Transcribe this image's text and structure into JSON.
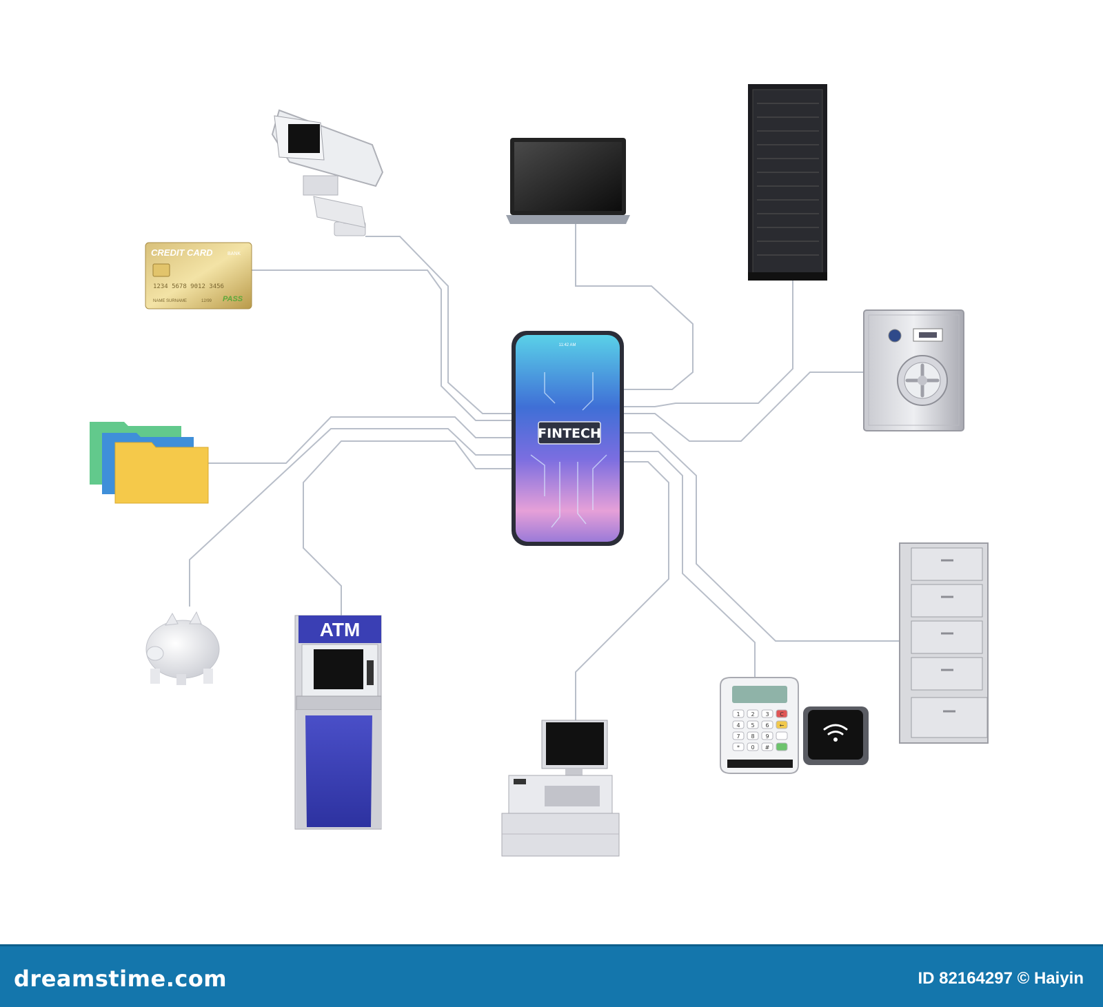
{
  "phone": {
    "label": "FINTECH",
    "status_time": "11:42 AM"
  },
  "credit_card": {
    "title": "CREDIT CARD",
    "bank": "BANK",
    "number": "1234 5678 9012 3456",
    "holder": "NAME SURNAME",
    "expiry": "12/99",
    "badge": "PASS"
  },
  "atm": {
    "label": "ATM"
  },
  "pos_terminal": {
    "keys": [
      "1",
      "2",
      "3",
      "C",
      "4",
      "5",
      "6",
      "←",
      "7",
      "8",
      "9",
      "",
      "*",
      "0",
      "#",
      ""
    ]
  },
  "devices": [
    "security-camera",
    "laptop",
    "server-rack",
    "credit-card",
    "safe",
    "folders",
    "piggy-bank",
    "atm",
    "cash-register",
    "pos-terminal",
    "nfc-reader",
    "filing-cabinet"
  ],
  "footer": {
    "brand": "dreamstime.com",
    "credit": "ID 82164297 © Haiyin"
  },
  "colors": {
    "line": "#b8bec9",
    "footer_bg": "#1476ac",
    "atm_blue": "#3a3fb4",
    "folder_yellow": "#f5c94a",
    "folder_green": "#62c98c",
    "folder_blue": "#3f8fd9"
  }
}
